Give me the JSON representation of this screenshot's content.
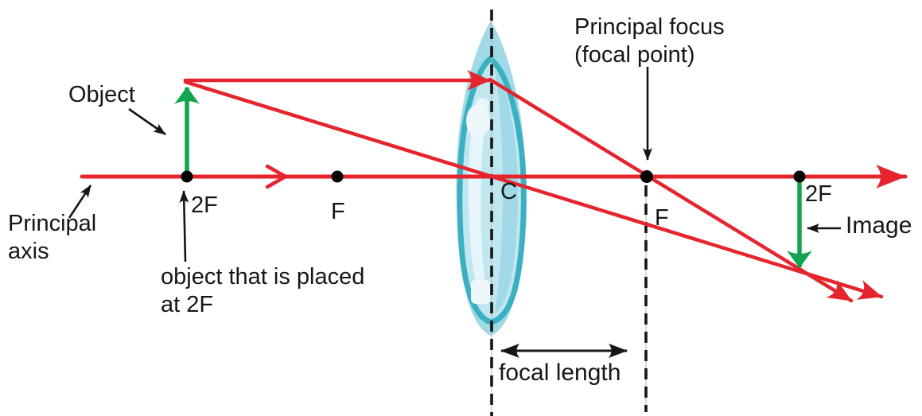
{
  "labels": {
    "object": "Object",
    "principal_axis": "Principal\naxis",
    "object_note": "object that is placed\nat 2F",
    "principal_focus": "Principal focus\n(focal point)",
    "focal_length": "focal length",
    "image": "Image"
  },
  "points": {
    "left_2f": "2F",
    "left_f": "F",
    "optical_center": "C",
    "right_f": "F",
    "right_2f": "2F"
  },
  "colors": {
    "ray": "#e5242e",
    "arrow_green": "#12a54d",
    "ink": "#161616",
    "lens_outline": "#3bb0c2",
    "lens_fill": "#c0e7ef",
    "lens_fill_outer": "#9fdae6",
    "lens_shade": "#98d6e3",
    "lens_highlight": "#e6f5f9"
  }
}
